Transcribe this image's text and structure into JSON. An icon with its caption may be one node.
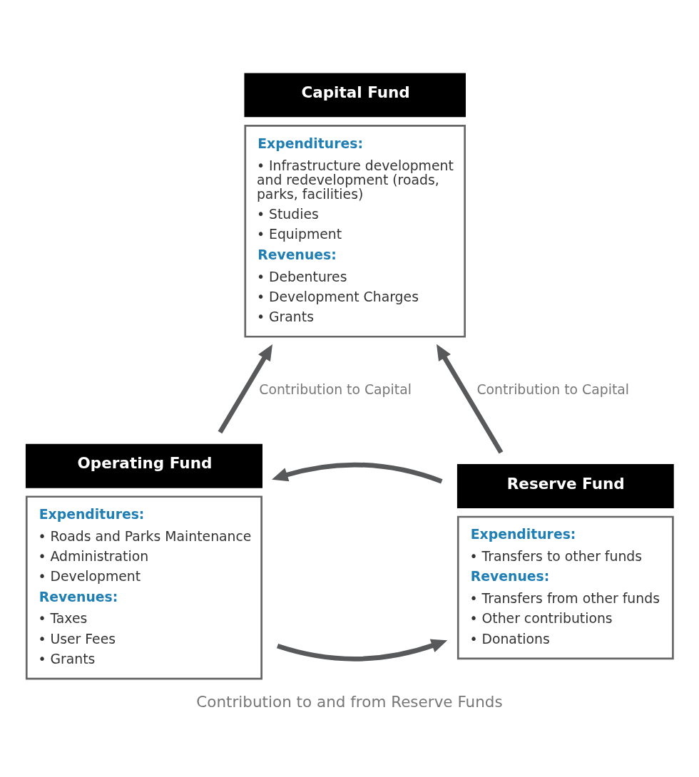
{
  "diagram": {
    "caption": "Contribution to and from Reserve Funds",
    "nodes": [
      {
        "text": [
          "Capital Fund",
          "Expenditures:",
          "• Infrastructure development and redevelopment (roads, parks, facilities)",
          "• Studies",
          "• Equipment",
          "Revenues:",
          "• Debentures",
          "• Development Charges",
          "• Grants"
        ]
      },
      {
        "text": [
          "Operating Fund",
          "Expenditures:",
          "• Roads and Parks Maintenance",
          "• Administration",
          "• Development",
          "Revenues:",
          "• Taxes",
          "• User Fees",
          "• Grants"
        ]
      },
      {
        "text": [
          "Reserve Fund",
          "Expenditures:",
          "• Transfers to other funds",
          "Revenues:",
          "• Transfers from other funds",
          "• Other contributions",
          "• Donations"
        ]
      }
    ],
    "edges": [
      {
        "from": 1,
        "to": 0,
        "arrow": "to",
        "label": "Contribution to Capital"
      },
      {
        "from": 2,
        "to": 0,
        "arrow": "to",
        "label": "Contribution to Capital"
      },
      {
        "from": 2,
        "to": 1,
        "arrow": "to"
      },
      {
        "from": 1,
        "to": 2,
        "arrow": "to"
      }
    ]
  }
}
